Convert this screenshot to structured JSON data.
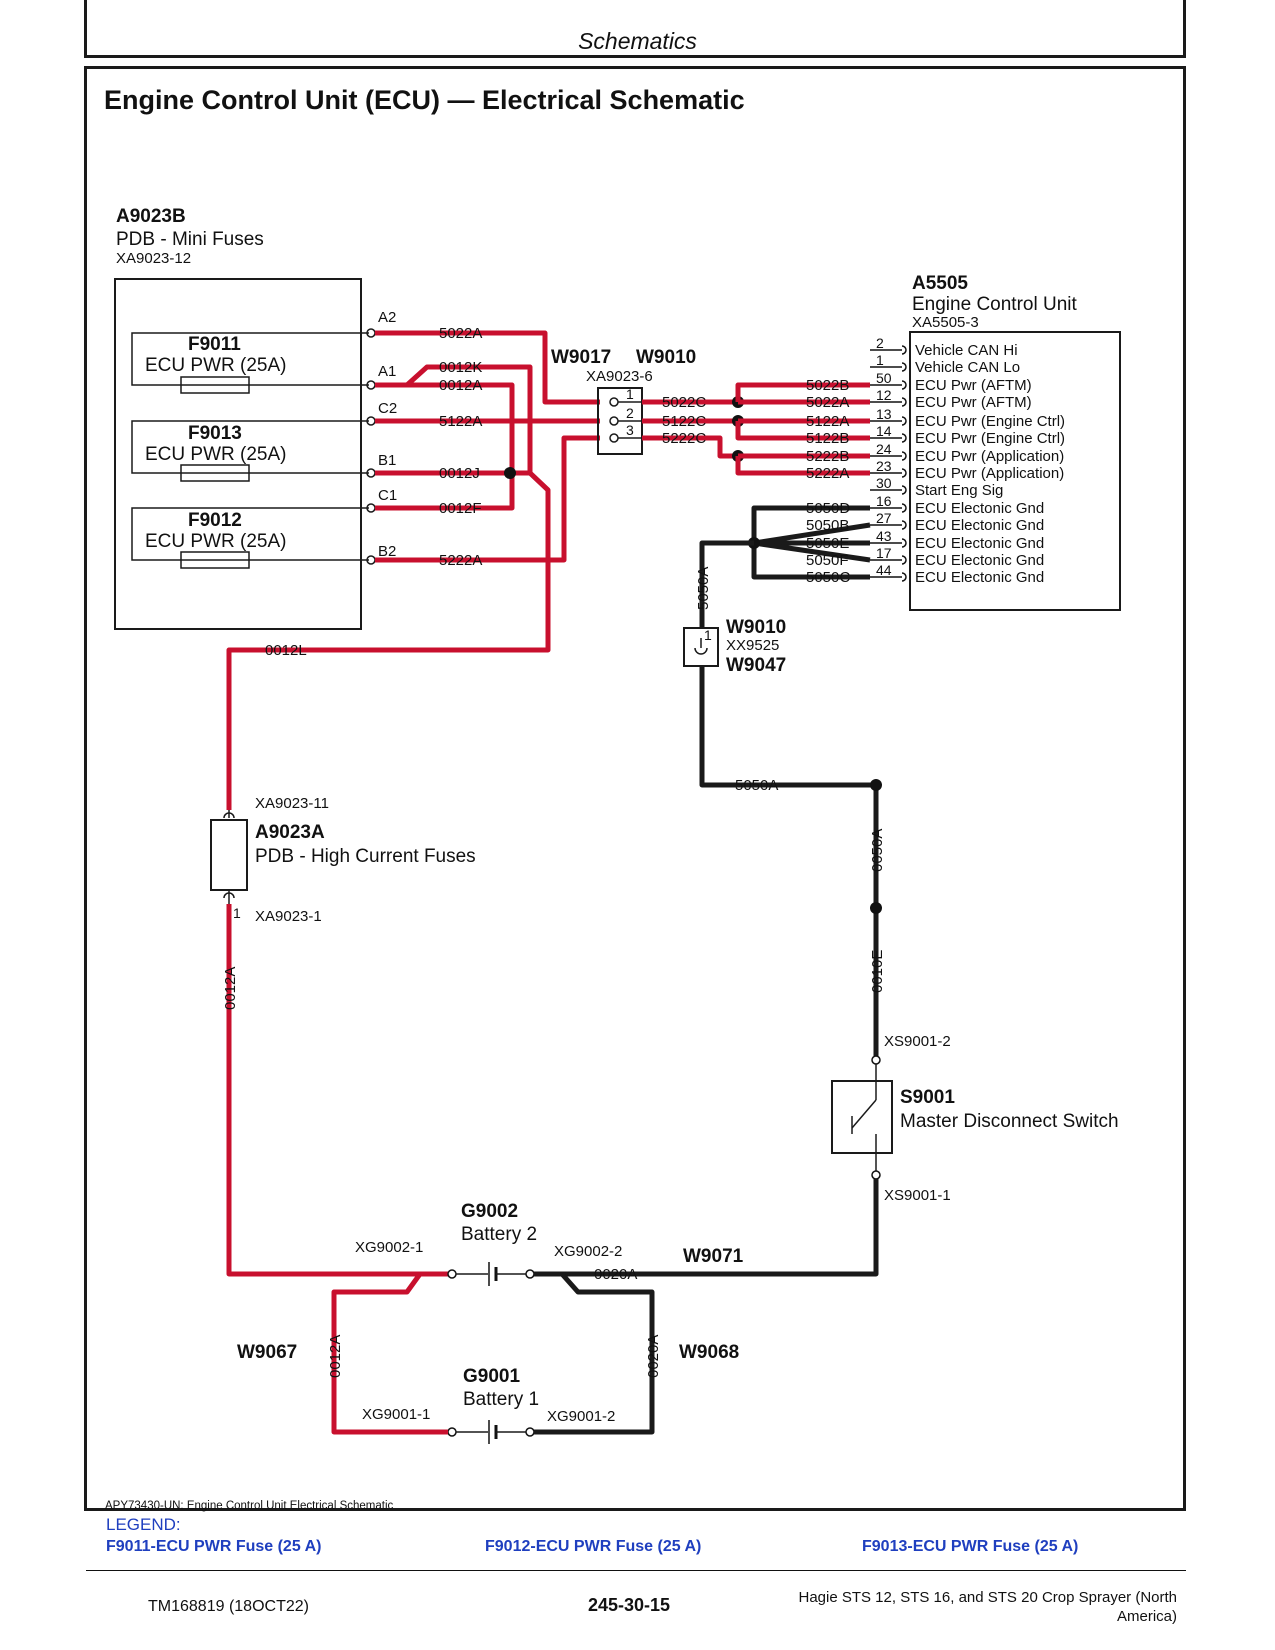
{
  "header": {
    "section": "Schematics"
  },
  "title": "Engine Control Unit (ECU) — Electrical Schematic",
  "components": {
    "a9023b": {
      "id": "A9023B",
      "name": "PDB - Mini Fuses",
      "connector": "XA9023-12",
      "pins": [
        "A2",
        "A1",
        "C2",
        "B1",
        "C1",
        "B2"
      ],
      "fuses": [
        {
          "id": "F9011",
          "label": "ECU PWR (25A)"
        },
        {
          "id": "F9013",
          "label": "ECU PWR (25A)"
        },
        {
          "id": "F9012",
          "label": "ECU PWR (25A)"
        }
      ]
    },
    "splice": {
      "harness1": "W9017",
      "harness2": "W9010",
      "connector": "XA9023-6",
      "pins": [
        "1",
        "2",
        "3"
      ]
    },
    "a5505": {
      "id": "A5505",
      "name": "Engine Control Unit",
      "connector": "XA5505-3",
      "pins": [
        {
          "pin": "2",
          "label": "Vehicle CAN Hi"
        },
        {
          "pin": "1",
          "label": "Vehicle CAN Lo"
        },
        {
          "pin": "50",
          "label": "ECU Pwr (AFTM)"
        },
        {
          "pin": "12",
          "label": "ECU Pwr (AFTM)"
        },
        {
          "pin": "13",
          "label": "ECU Pwr (Engine Ctrl)"
        },
        {
          "pin": "14",
          "label": "ECU Pwr (Engine Ctrl)"
        },
        {
          "pin": "24",
          "label": "ECU Pwr (Application)"
        },
        {
          "pin": "23",
          "label": "ECU Pwr (Application)"
        },
        {
          "pin": "30",
          "label": "Start Eng Sig"
        },
        {
          "pin": "16",
          "label": "ECU Electonic Gnd"
        },
        {
          "pin": "27",
          "label": "ECU Electonic Gnd"
        },
        {
          "pin": "43",
          "label": "ECU Electonic Gnd"
        },
        {
          "pin": "17",
          "label": "ECU Electonic Gnd"
        },
        {
          "pin": "44",
          "label": "ECU Electonic Gnd"
        }
      ]
    },
    "w9010": {
      "harness1": "W9010",
      "connector": "XX9525",
      "harness2": "W9047",
      "pin": "1"
    },
    "a9023a": {
      "id": "A9023A",
      "name": "PDB - High Current Fuses",
      "connector_top": "XA9023-11",
      "connector_bottom": "XA9023-1",
      "pin": "1"
    },
    "s9001": {
      "id": "S9001",
      "name": "Master Disconnect Switch",
      "connector_top": "XS9001-2",
      "connector_bottom": "XS9001-1"
    },
    "g9002": {
      "id": "G9002",
      "name": "Battery 2",
      "neg": "XG9002-1",
      "pos": "XG9002-2"
    },
    "g9001": {
      "id": "G9001",
      "name": "Battery 1",
      "neg": "XG9001-1",
      "pos": "XG9001-2"
    }
  },
  "wires": {
    "w5022a": "5022A",
    "w0012k": "0012K",
    "w0012a_top": "0012A",
    "w5122a": "5122A",
    "w0012j": "0012J",
    "w0012f": "0012F",
    "w5222a": "5222A",
    "w0012l": "0012L",
    "w5022c": "5022C",
    "w5122c": "5122C",
    "w5222c": "5222C",
    "ecu": [
      "5022B",
      "5022A",
      "5122A",
      "5122B",
      "5222B",
      "5222A",
      "5050D",
      "5050B",
      "5050E",
      "5050F",
      "5050C"
    ],
    "w5050a_v": "5050A",
    "w5050a_h": "5050A",
    "w0050a": "0050A",
    "w0010e": "0010E",
    "w0012a_v": "0012A",
    "w0020a_h": "0020A",
    "w0012a_low": "0012A",
    "w0020a_v": "0020A"
  },
  "harness_labels": {
    "w9071": "W9071",
    "w9067": "W9067",
    "w9068": "W9068"
  },
  "caption": "APY73430-UN: Engine Control Unit Electrical Schematic",
  "legend": {
    "title": "LEGEND:",
    "items": [
      "F9011-ECU PWR Fuse (25 A)",
      "F9012-ECU PWR Fuse (25 A)",
      "F9013-ECU PWR Fuse (25 A)"
    ]
  },
  "footer": {
    "doc": "TM168819 (18OCT22)",
    "page": "245-30-15",
    "product_line1": "Hagie STS 12, STS 16, and STS 20 Crop Sprayer (North",
    "product_line2": "America)"
  },
  "colors": {
    "power_wire": "#c8102e",
    "ground_wire": "#1a1a1a"
  }
}
